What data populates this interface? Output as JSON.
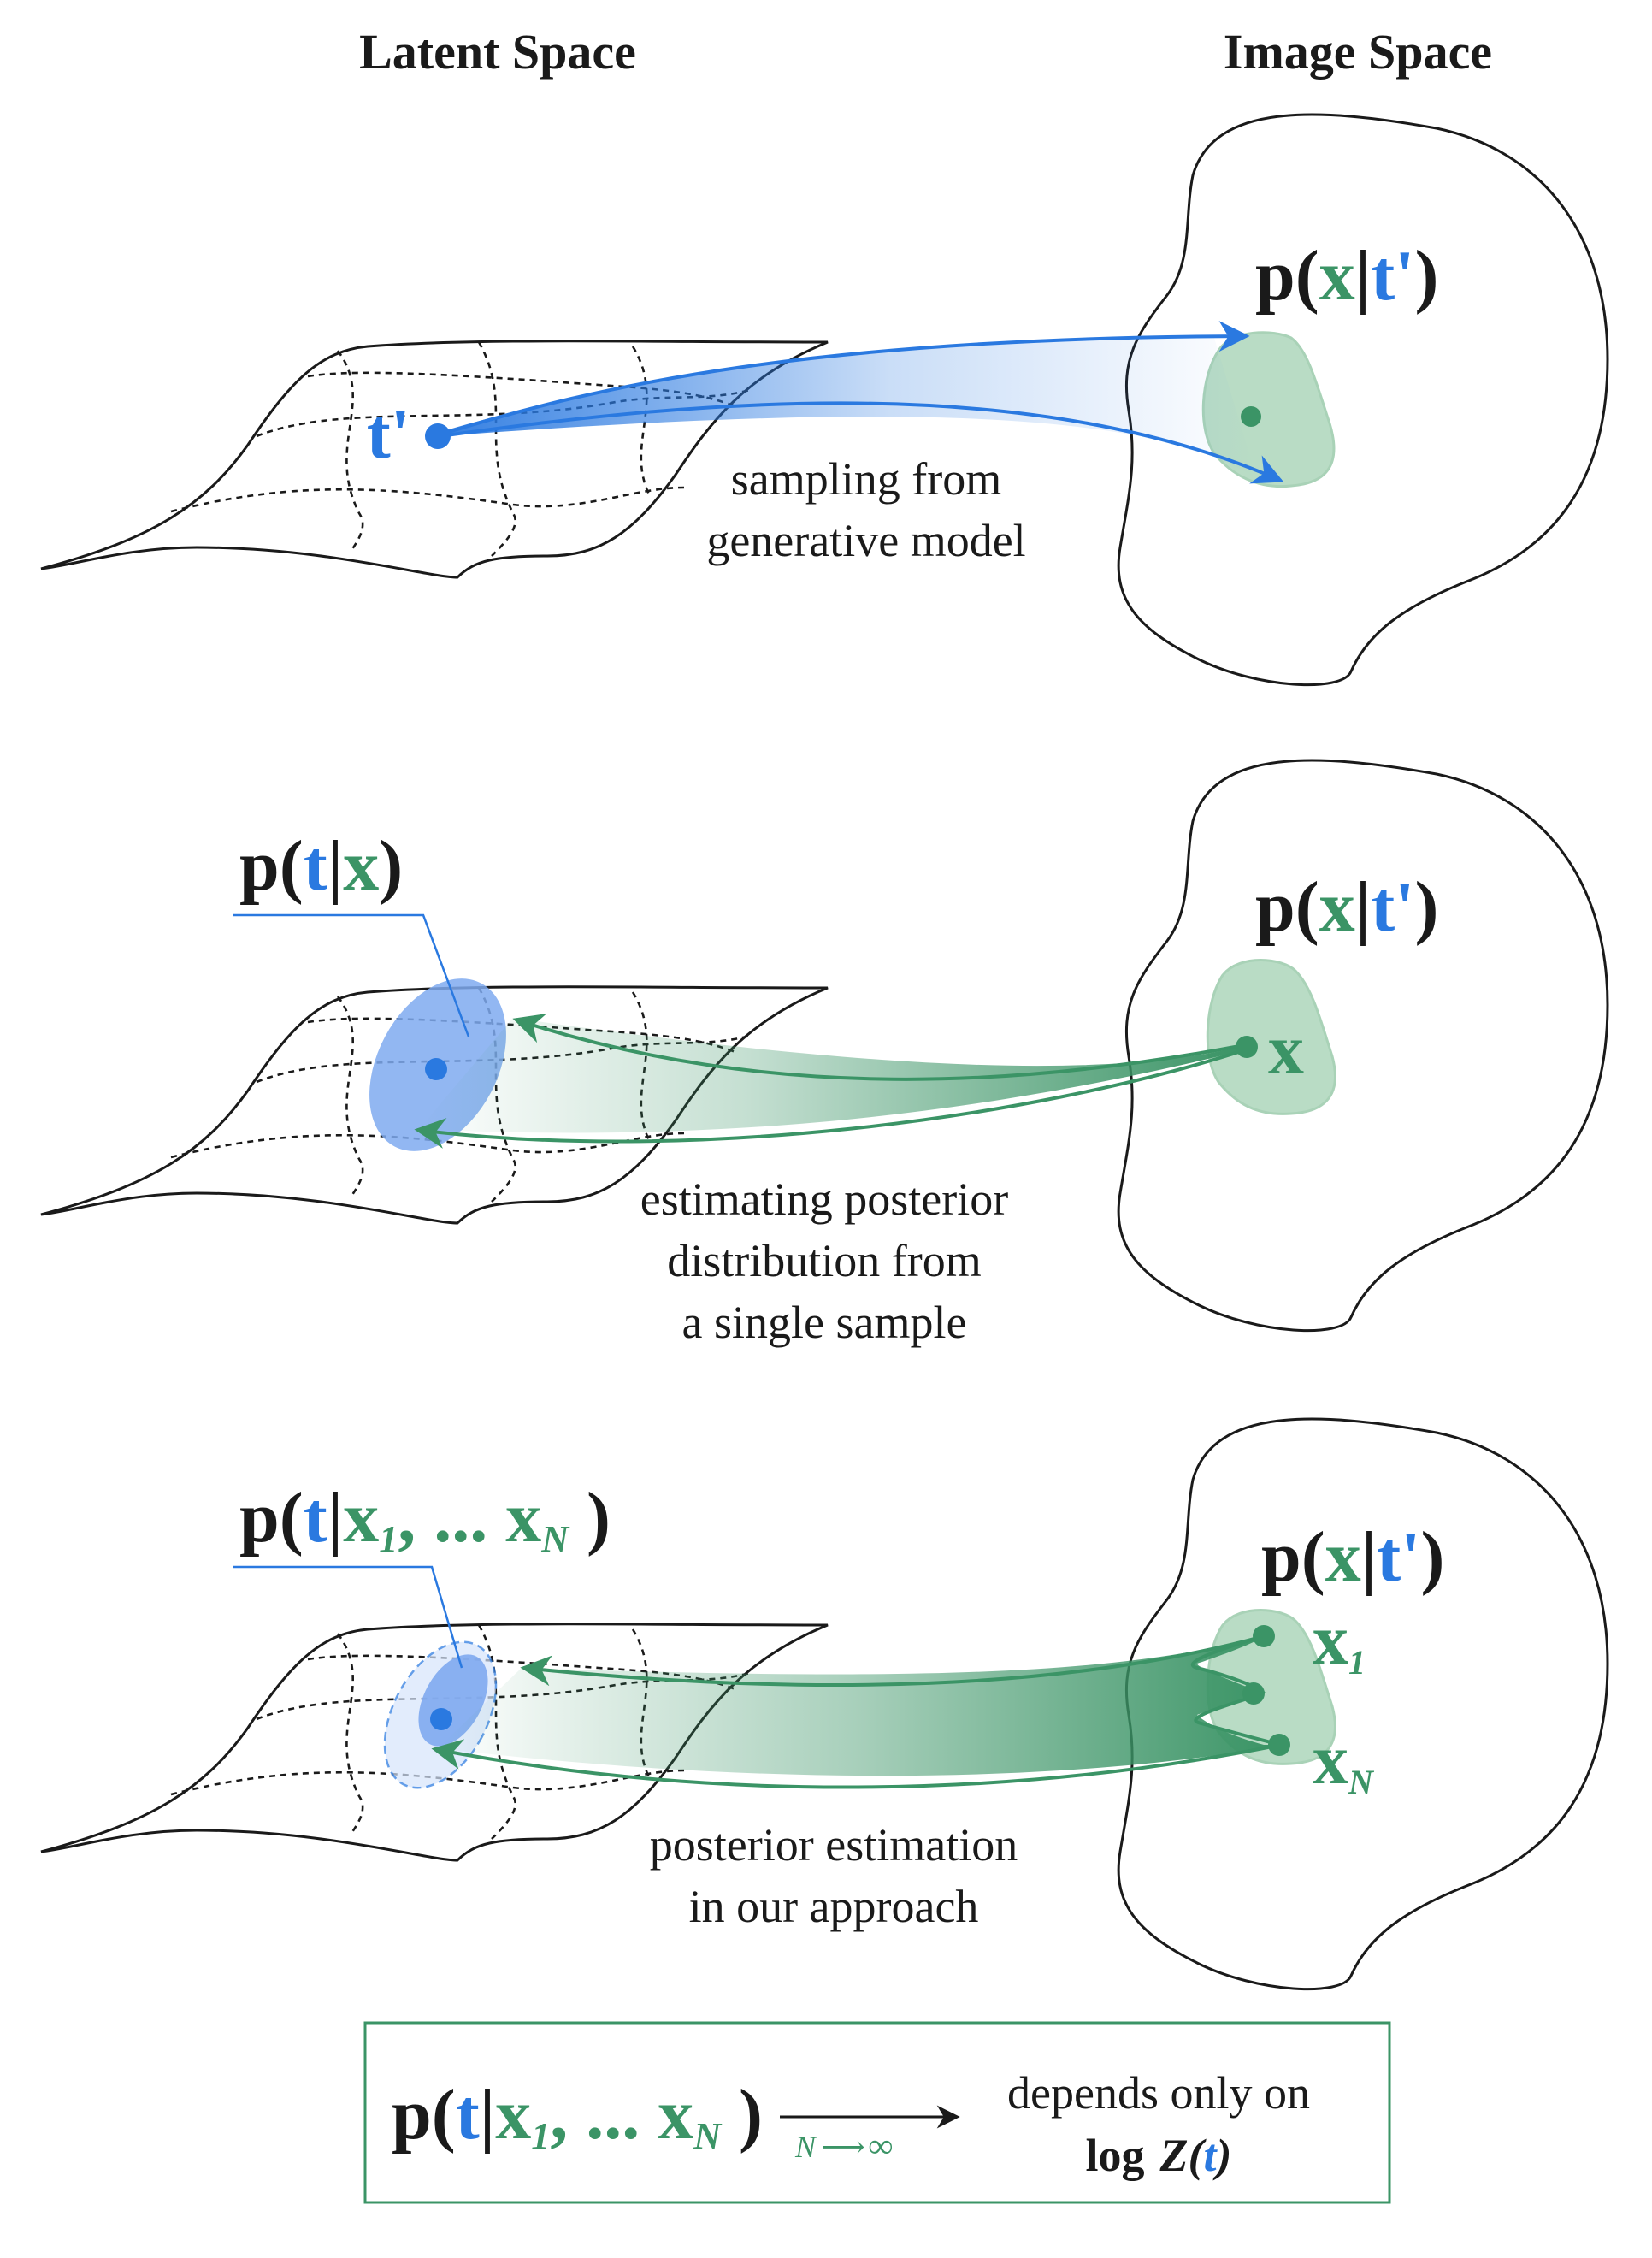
{
  "headers": {
    "latent": "Latent Space",
    "image": "Image Space"
  },
  "colors": {
    "blue": "#2a79e0",
    "green": "#3b9466",
    "green_fill": "#b9dcc5",
    "blue_fill": "#7faaf0"
  },
  "row1": {
    "label_p": "p(",
    "label_x": "x",
    "label_bar": "|",
    "label_t": "t'",
    "label_close": ")",
    "latent_point": "t'",
    "caption_line1": "sampling from",
    "caption_line2": "generative model"
  },
  "row2": {
    "post_p": "p(",
    "post_t": "t",
    "post_bar": "|",
    "post_x": "x",
    "post_close": ")",
    "label_p": "p(",
    "label_x": "x",
    "label_bar": "|",
    "label_t": "t'",
    "label_close": ")",
    "sample": "x",
    "caption_line1": "estimating posterior",
    "caption_line2": "distribution from",
    "caption_line3": "a single sample"
  },
  "row3": {
    "post_p": "p(",
    "post_t": "t",
    "post_bar": "|",
    "post_x1": "x",
    "post_sub1": "1",
    "post_dots": ", ... ",
    "post_xn": "x",
    "post_subn": "N",
    "post_close": " )",
    "label_p": "p(",
    "label_x": "x",
    "label_bar": "|",
    "label_t": "t'",
    "label_close": ")",
    "sample1": "x",
    "sample1_sub": "1",
    "samplen": "x",
    "samplen_sub": "N",
    "caption_line1": "posterior estimation",
    "caption_line2": "in our approach"
  },
  "box": {
    "p": "p(",
    "t": "t",
    "bar": "|",
    "x1": "x",
    "sub1": "1",
    "dots": ", ... ",
    "xn": "x",
    "subn": "N",
    "close": " )",
    "limit_n": "N",
    "limit_inf": "∞",
    "text1": "depends only on",
    "text2_log": "log",
    "text2_z": "Z(",
    "text2_t": "t",
    "text2_close": ")"
  }
}
